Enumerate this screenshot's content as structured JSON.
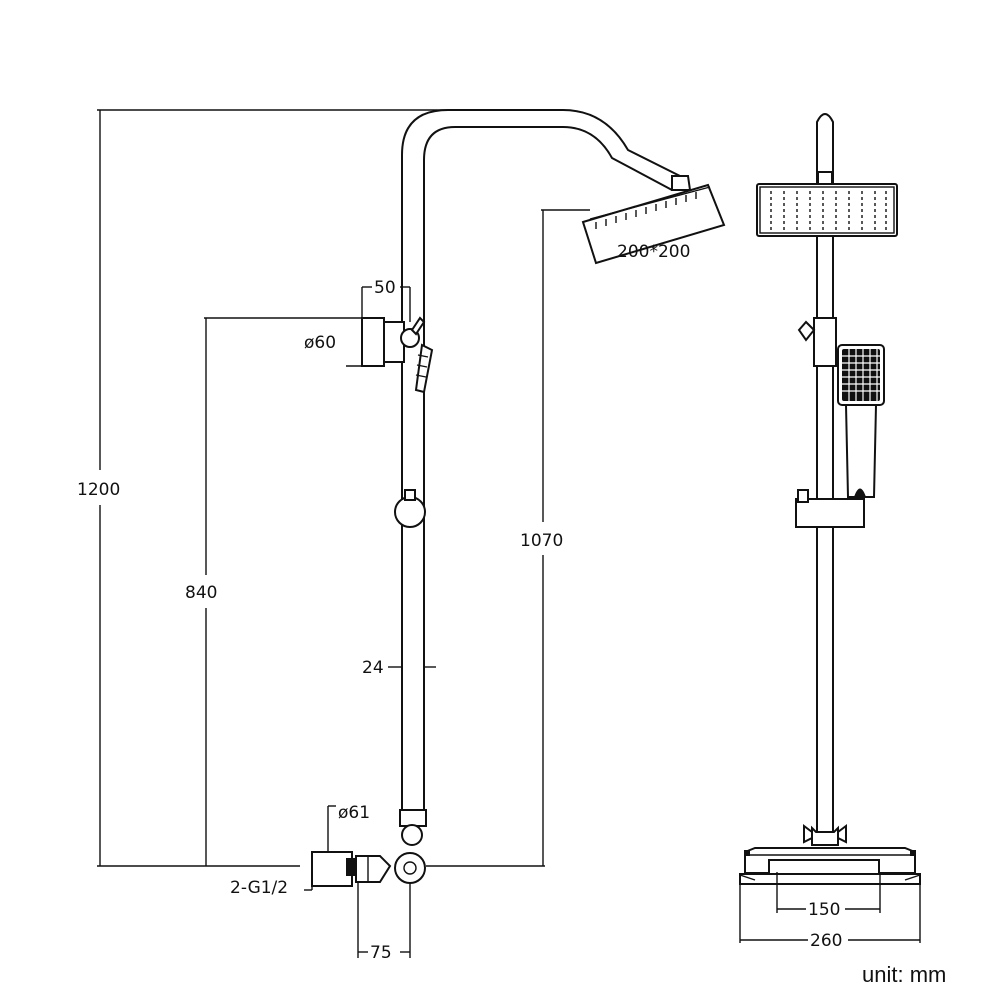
{
  "dimensions": {
    "overall_height": "1200",
    "head_height": "1070",
    "holder_height": "840",
    "pipe_diameter": "24",
    "holder_offset": "50",
    "holder_diameter": "ø60",
    "head_size": "200*200",
    "valve_diameter": "ø61",
    "inlet_thread": "2-G1/2",
    "inlet_depth": "75",
    "valve_center": "150",
    "valve_width": "260"
  },
  "unit_label": "unit: mm"
}
